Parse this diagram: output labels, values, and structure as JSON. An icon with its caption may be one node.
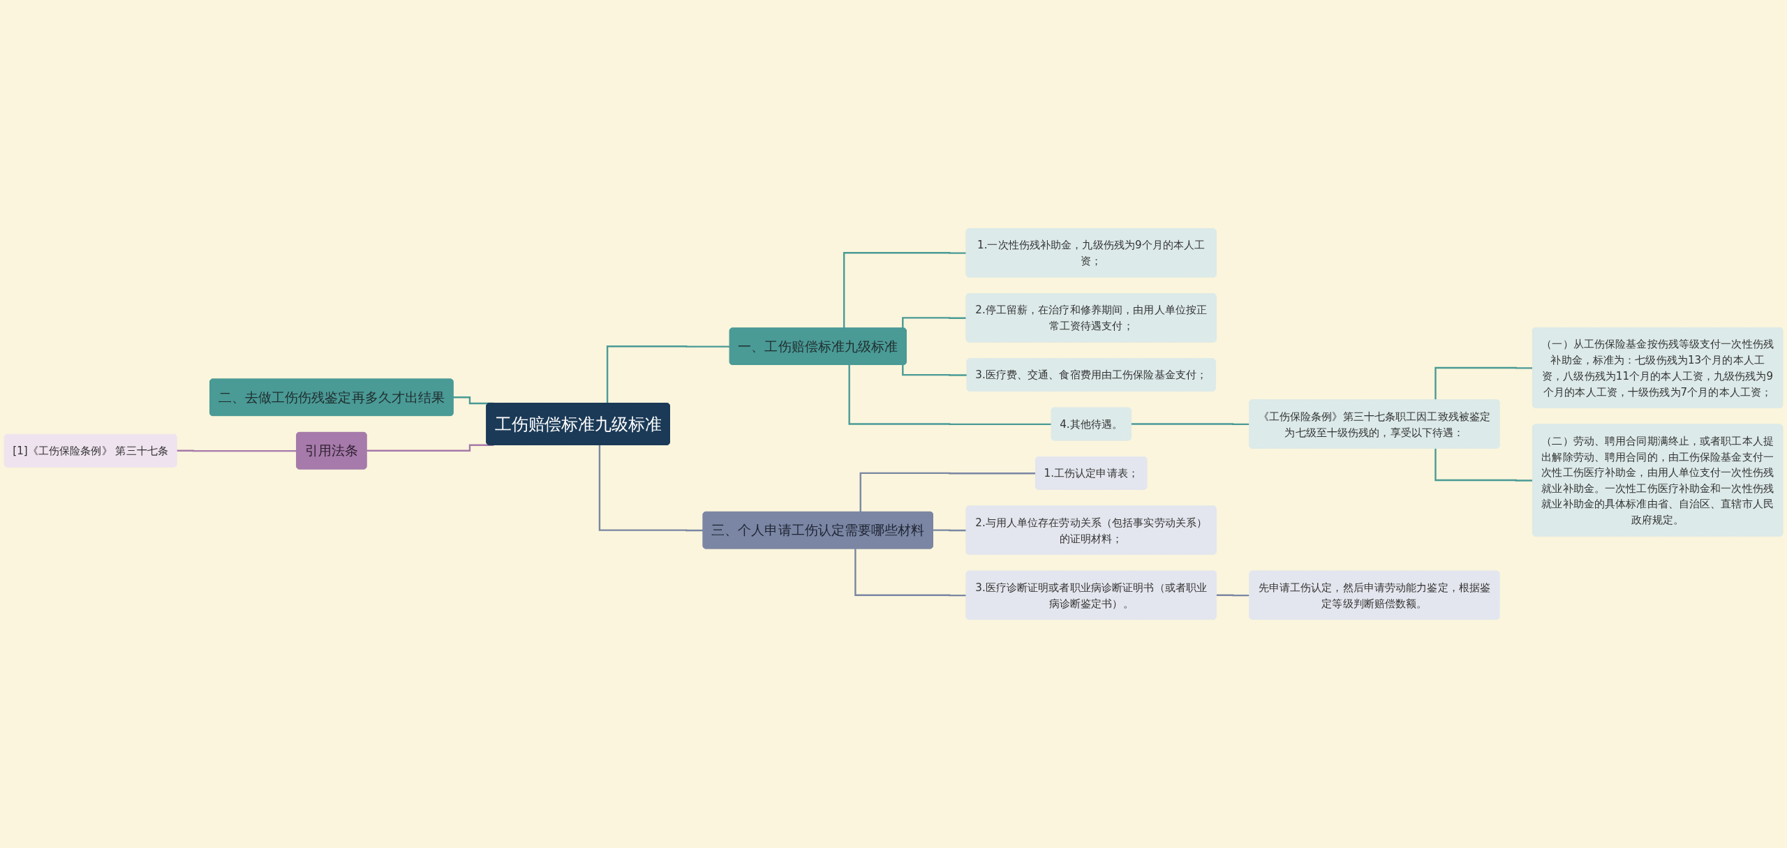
{
  "diagram": {
    "nodes": [
      {
        "text": [
          "工伤赔偿标准九级标准"
        ]
      },
      {
        "text": [
          "一、工伤赔偿标准九级标准"
        ]
      },
      {
        "text": [
          "1.一次性伤残补助金，九级伤残为9个月的本人工资；"
        ]
      },
      {
        "text": [
          "2.停工留薪，在治疗和修养期间，由用人单位按正常工资待遇支付；"
        ]
      },
      {
        "text": [
          "3.医疗费、交通、食宿费用由工伤保险基金支付；"
        ]
      },
      {
        "text": [
          "4.其他待遇。"
        ]
      },
      {
        "text": [
          "《工伤保险条例》第三十七条职工因工致残被鉴定为七级至十级伤残的，享受以下待遇："
        ]
      },
      {
        "text": [
          "（一）从工伤保险基金按伤残等级支付一次性伤残补助金，标准为：七级伤残为13个月的本人工资，八级伤残为11个月的本人工资，九级伤残为9个月的本人工资，十级伤残为7个月的本人工资；"
        ]
      },
      {
        "text": [
          "（二）劳动、聘用合同期满终止，或者职工本人提出解除劳动、聘用合同的，由工伤保险基金支付一次性工伤医疗补助金，由用人单位支付一次性伤残就业补助金。一次性工伤医疗补助金和一次性伤残就业补助金的具体标准由省、自治区、直辖市人民政府规定。"
        ]
      },
      {
        "text": [
          "三、个人申请工伤认定需要哪些材料"
        ]
      },
      {
        "text": [
          "1.工伤认定申请表；"
        ]
      },
      {
        "text": [
          "2.与用人单位存在劳动关系（包括事实劳动关系）的证明材料；"
        ]
      },
      {
        "text": [
          "3.医疗诊断证明或者职业病诊断证明书（或者职业病诊断鉴定书）。"
        ]
      },
      {
        "text": [
          "先申请工伤认定，然后申请劳动能力鉴定，根据鉴定等级判断赔偿数额。"
        ]
      },
      {
        "text": [
          "二、去做工伤伤残鉴定再多久才出结果"
        ]
      },
      {
        "text": [
          "[1]《工伤保险条例》 第三十七条"
        ]
      },
      {
        "text": [
          "引用法条"
        ]
      }
    ],
    "edges": [
      {
        "from": 0,
        "to": 1,
        "arrow": "none"
      },
      {
        "from": 1,
        "to": 2,
        "arrow": "none"
      },
      {
        "from": 1,
        "to": 3,
        "arrow": "none"
      },
      {
        "from": 1,
        "to": 4,
        "arrow": "none"
      },
      {
        "from": 1,
        "to": 5,
        "arrow": "none"
      },
      {
        "from": 5,
        "to": 6,
        "arrow": "none"
      },
      {
        "from": 6,
        "to": 7,
        "arrow": "none"
      },
      {
        "from": 6,
        "to": 8,
        "arrow": "none"
      },
      {
        "from": 0,
        "to": 9,
        "arrow": "none",
        "color": "#7a86a3"
      },
      {
        "from": 9,
        "to": 10,
        "arrow": "none",
        "color": "#7a86a3"
      },
      {
        "from": 9,
        "to": 11,
        "arrow": "none",
        "color": "#7a86a3"
      },
      {
        "from": 9,
        "to": 12,
        "arrow": "none",
        "color": "#7a86a3"
      },
      {
        "from": 12,
        "to": 13,
        "arrow": "none",
        "color": "#7a86a3"
      },
      {
        "from": 14,
        "to": 0,
        "arrow": "none"
      },
      {
        "from": 16,
        "to": 0,
        "arrow": "none",
        "color": "#a67aaa"
      },
      {
        "from": 15,
        "to": 16,
        "arrow": "none",
        "color": "#a67aaa"
      }
    ]
  }
}
